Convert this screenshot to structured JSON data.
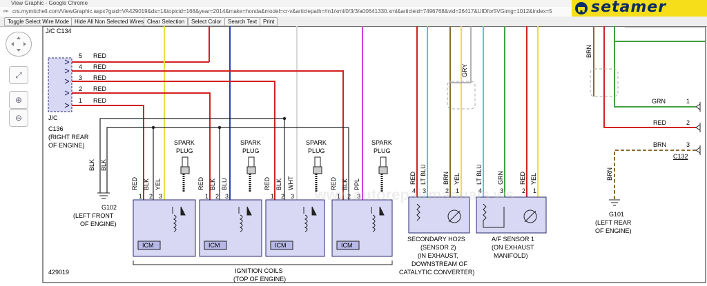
{
  "browser": {
    "title": "View Graphic - Google Chrome",
    "url": "crs.mymitchell.com/ViewGraphic.aspx?guid=VA429019&ds=1&topicid=168&year=2014&make=honda&model=cr-v&articlepath=/m1/xml/0/3/3/a00641330.xml&articleid=7496768&vid=26417&UIDfor5VGimg=1012&index=5"
  },
  "toolbar": {
    "buttons": [
      "Toggle Select Wire Mode",
      "Hide All Non Selected Wires",
      "Clear Selection",
      "Select Color",
      "Search Text",
      "Print"
    ]
  },
  "logo": {
    "text": "setamer"
  },
  "diagram": {
    "connector_top": "J/C C134",
    "jc_label": "J/C",
    "jc_sub": [
      "C136",
      "(RIGHT REAR",
      "OF ENGINE)"
    ],
    "jc_pins": [
      {
        "num": "5",
        "color": "RED"
      },
      {
        "num": "4",
        "color": "RED"
      },
      {
        "num": "3",
        "color": "RED"
      },
      {
        "num": "2",
        "color": "RED"
      },
      {
        "num": "1",
        "color": "RED"
      }
    ],
    "blk1": "BLK",
    "blk2": "BLK",
    "g102": [
      "G102",
      "(LEFT FRONT",
      "OF ENGINE)"
    ],
    "spark_plug": [
      "SPARK",
      "PLUG"
    ],
    "coils": [
      {
        "pins": [
          "1",
          "2",
          "3"
        ],
        "wires": [
          "RED",
          "BLK",
          "YEL"
        ]
      },
      {
        "pins": [
          "1",
          "2",
          "3"
        ],
        "wires": [
          "RED",
          "BLK",
          "BLU"
        ]
      },
      {
        "pins": [
          "1",
          "2",
          "3"
        ],
        "wires": [
          "RED",
          "BLK",
          "WHT"
        ]
      },
      {
        "pins": [
          "1",
          "2",
          "3"
        ],
        "wires": [
          "RED",
          "BLK",
          "PPL"
        ]
      }
    ],
    "icm": "ICM",
    "ignition_label": [
      "IGNITION COILS",
      "(TOP OF ENGINE)"
    ],
    "ho2s": {
      "pins": [
        "4",
        "3",
        "2",
        "1"
      ],
      "wires": [
        "RED",
        "LT BLU",
        "BRN",
        "YEL"
      ],
      "label": [
        "SECONDARY HO2S",
        "(SENSOR 2)",
        "(IN EXHAUST,",
        "DOWNSTREAM OF",
        "CATALYTIC CONVERTER)"
      ]
    },
    "af": {
      "pins": [
        "4",
        "3",
        "2",
        "1"
      ],
      "wires": [
        "LT BLU",
        "GRN",
        "RED",
        "YEL"
      ],
      "label": [
        "A/F SENSOR 1",
        "(ON EXHAUST",
        "MANIFOLD)"
      ]
    },
    "gry": "GRY",
    "brn_top": "BRN",
    "right_pins": [
      {
        "num": "1",
        "color": "GRN"
      },
      {
        "num": "2",
        "color": "RED"
      },
      {
        "num": "3",
        "color": "BRN"
      }
    ],
    "c132": "C132",
    "brn_g101": "BRN",
    "g101": [
      "G101",
      "(LEFT REAR",
      "OF ENGINE)"
    ],
    "figure_id": "429019",
    "watermark": "www.autorepairmanuals.ws"
  }
}
